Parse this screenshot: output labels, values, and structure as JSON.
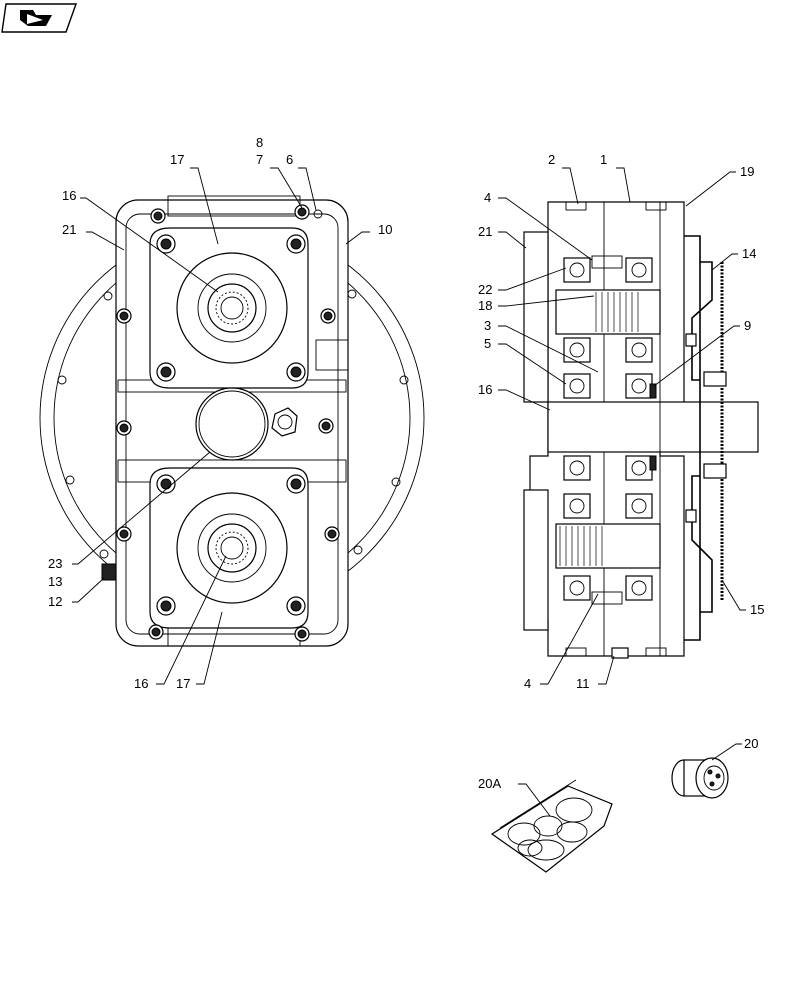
{
  "callouts": {
    "c8": "8",
    "c7": "7",
    "c6": "6",
    "c17a": "17",
    "c16a": "16",
    "c21a": "21",
    "c10": "10",
    "c23": "23",
    "c13": "13",
    "c12": "12",
    "c16b": "16",
    "c17b": "17",
    "c2": "2",
    "c1": "1",
    "c19": "19",
    "c4a": "4",
    "c21b": "21",
    "c14": "14",
    "c22": "22",
    "c18": "18",
    "c3": "3",
    "c9": "9",
    "c5": "5",
    "c16c": "16",
    "c15": "15",
    "c4b": "4",
    "c11": "11",
    "c20": "20",
    "c20a": "20A"
  }
}
